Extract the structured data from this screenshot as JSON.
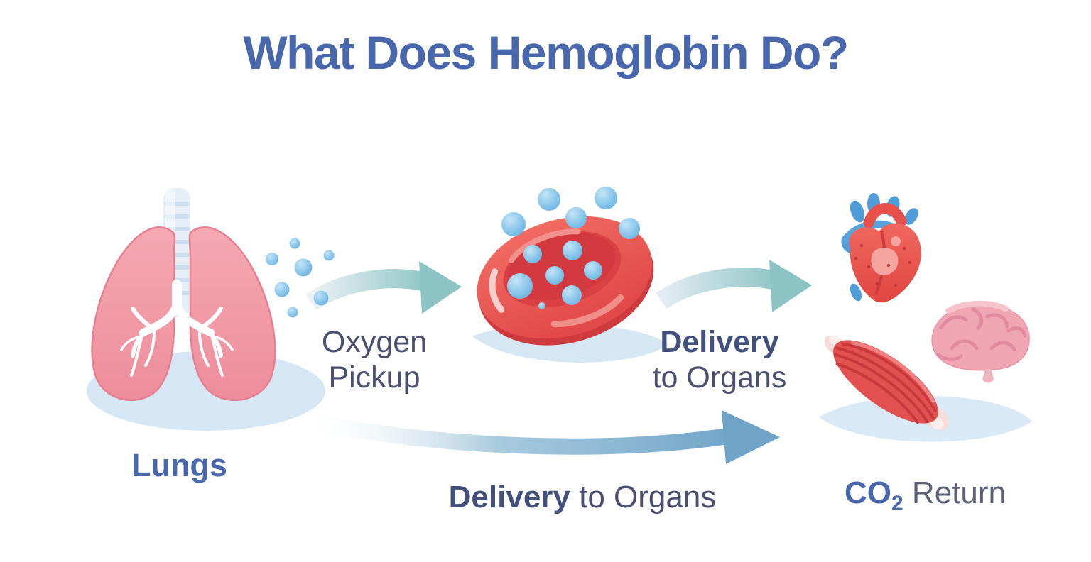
{
  "title": {
    "text": "What Does Hemoglobin Do?",
    "color": "#4867ac"
  },
  "stage_oxygen_pickup": {
    "source_label": "Lungs",
    "label_line1": "Oxygen",
    "label_line2": "Pickup"
  },
  "stage_delivery": {
    "label_line1": "Delivery",
    "label_line2": "to Organs"
  },
  "bottom_flow": {
    "label_bold": "Delivery",
    "label_rest": " to Organs"
  },
  "co2_return": {
    "formula": "CO",
    "subscript": "2",
    "rest": " Return"
  },
  "illustrations": {
    "lungs": "lungs-icon",
    "oxygen_bubbles": "oxygen-bubbles-icon",
    "red_blood_cell": "red-blood-cell-icon",
    "heart": "heart-icon",
    "brain": "brain-icon",
    "muscle": "muscle-icon",
    "pickup_arrow": "flow-arrow-icon",
    "delivery_arrow": "flow-arrow-icon",
    "bottom_delivery_arrow": "flow-arrow-icon"
  },
  "colors": {
    "title_blue": "#4867ac",
    "label_dark": "#4b5070",
    "return_gray": "#5a6178",
    "arrow_teal": "#8cc3c4",
    "arrow_steel_blue": "#6fa3c8",
    "lung_pink": "#f19aa5",
    "cell_red": "#e64c4c",
    "oxygen_blue": "#7cc0e8",
    "brain_pink": "#f1a6b4",
    "shadow_blue": "#d6e7f4"
  }
}
